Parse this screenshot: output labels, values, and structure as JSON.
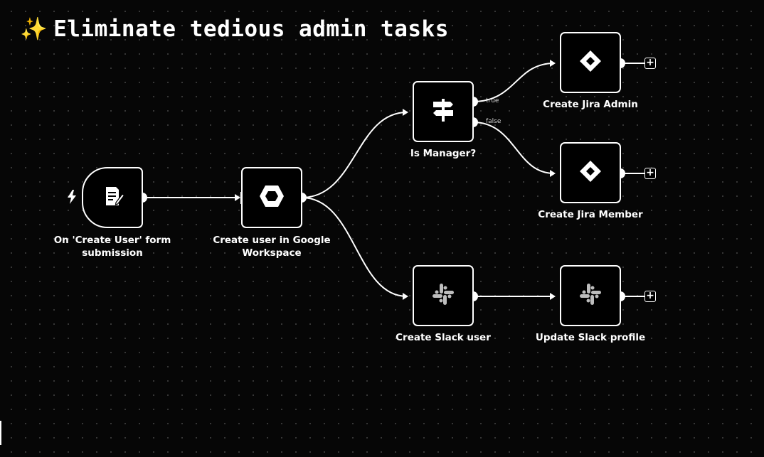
{
  "title": {
    "emoji": "✨",
    "text": "Eliminate tedious admin tasks"
  },
  "nodes": {
    "form_trigger": {
      "label_line1": "On 'Create User' form",
      "label_line2": "submission",
      "icon": "form-edit-icon"
    },
    "google_workspace": {
      "label_line1": "Create user in Google",
      "label_line2": "Workspace",
      "icon": "google-workspace-hexagon-icon"
    },
    "is_manager": {
      "label": "Is Manager?",
      "icon": "signpost-icon"
    },
    "jira_admin": {
      "label": "Create Jira Admin",
      "icon": "jira-diamond-icon"
    },
    "jira_member": {
      "label": "Create Jira Member",
      "icon": "jira-diamond-icon"
    },
    "slack_user": {
      "label": "Create Slack user",
      "icon": "slack-icon"
    },
    "slack_profile": {
      "label": "Update Slack profile",
      "icon": "slack-icon"
    }
  },
  "branches": {
    "true_label": "true",
    "false_label": "false"
  },
  "add_button": {
    "symbol": "+"
  },
  "trigger_icon": "lightning-bolt-icon",
  "colors": {
    "background": "#060606",
    "node_border": "#ffffff",
    "title": "#ffffff",
    "spark": "#ffd23a"
  }
}
